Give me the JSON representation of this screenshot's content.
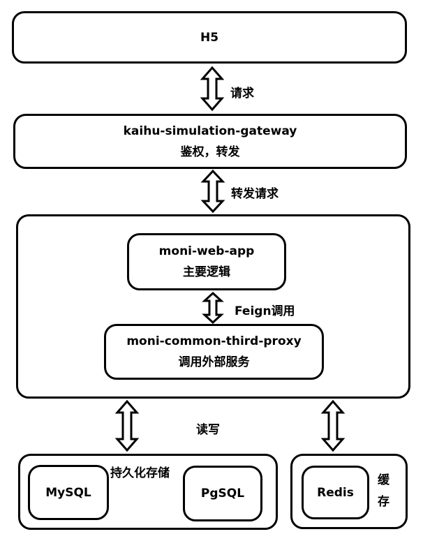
{
  "h5": {
    "label": "H5"
  },
  "gateway": {
    "title": "kaihu-simulation-gateway",
    "subtitle": "鉴权，转发"
  },
  "arrows": {
    "request": "请求",
    "forward_request": "转发请求",
    "feign": "Feign调用",
    "read_write": "读写"
  },
  "web_app": {
    "title": "moni-web-app",
    "subtitle": "主要逻辑"
  },
  "proxy": {
    "title": "moni-common-third-proxy",
    "subtitle": "调用外部服务"
  },
  "persistence": {
    "label": "持久化存储",
    "mysql": "MySQL",
    "pgsql": "PgSQL"
  },
  "cache": {
    "redis": "Redis",
    "label_line1": "缓",
    "label_line2": "存"
  }
}
